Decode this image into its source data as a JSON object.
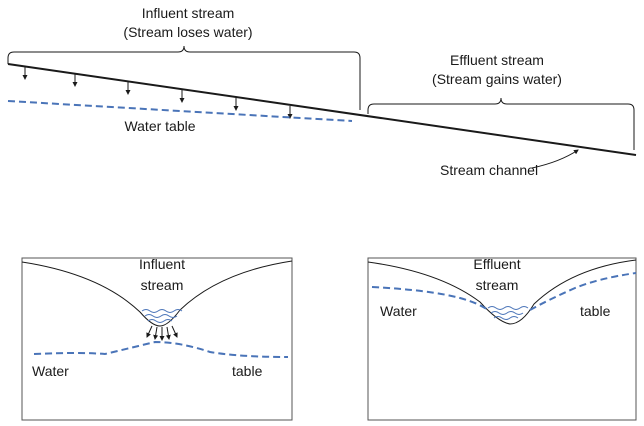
{
  "top": {
    "influent": {
      "title": "Influent stream",
      "subtitle": "(Stream loses water)"
    },
    "effluent": {
      "title": "Effluent stream",
      "subtitle": "(Stream gains water)"
    },
    "water_table_label": "Water table",
    "stream_channel_label": "Stream channel"
  },
  "panels": {
    "left": {
      "title_line1": "Influent",
      "title_line2": "stream",
      "water_label": "Water",
      "table_label": "table"
    },
    "right": {
      "title_line1": "Effluent",
      "title_line2": "stream",
      "water_label": "Water",
      "table_label": "table"
    }
  },
  "colors": {
    "water_table": "#4a74b8",
    "ink": "#1a1a1a"
  }
}
